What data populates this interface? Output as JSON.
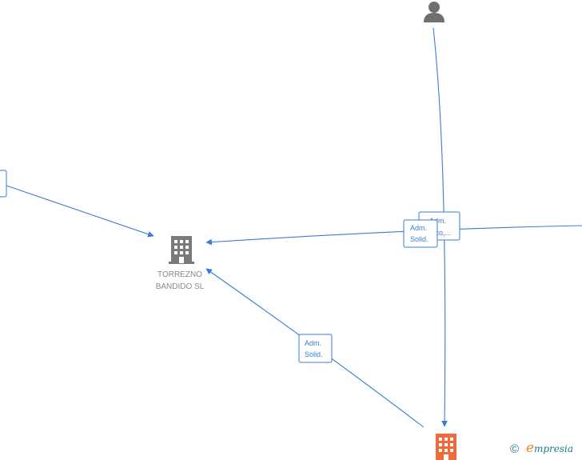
{
  "nodes": {
    "company_main": {
      "name_line1": "TORREZNO",
      "name_line2": "BANDIDO  SL",
      "icon": "building-icon",
      "color": "#7a7a7a"
    },
    "company_bottom": {
      "icon": "building-icon",
      "color": "#f26a3a"
    },
    "person_top": {
      "icon": "person-icon",
      "color": "#6f6f6f"
    }
  },
  "edge_labels": {
    "right_back": {
      "line1": "Adm.",
      "line2": "Mco,..."
    },
    "right_front": {
      "line1": "Adm.",
      "line2": "Solid."
    },
    "bottom_left": {
      "line1": "Adm.",
      "line2": "Solid."
    }
  },
  "colors": {
    "edge": "#3a7bd5",
    "accent": "#f26a3a"
  },
  "watermark": {
    "copyright": "©",
    "brand_initial": "e",
    "brand_rest": "mpresia"
  }
}
